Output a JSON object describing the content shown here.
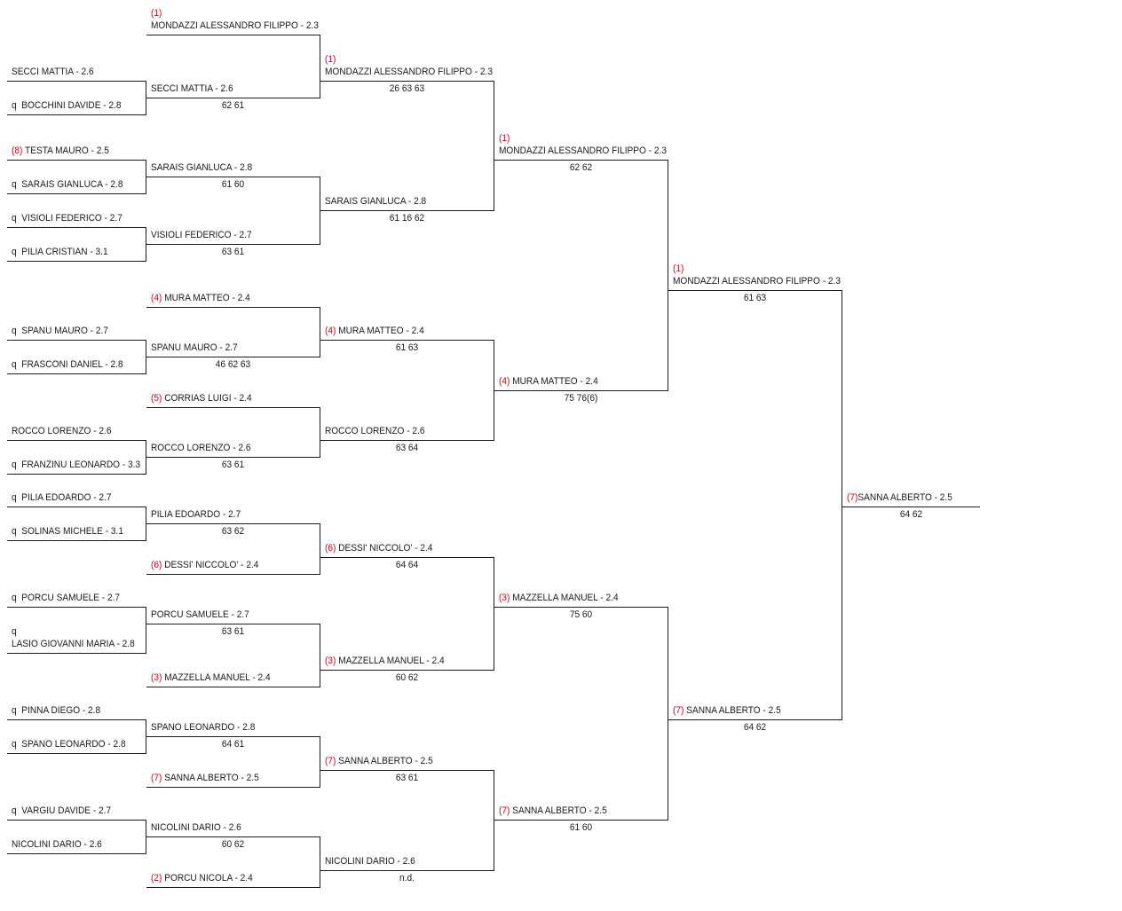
{
  "rounds": [
    {
      "entries": [
        {
          "name": "SECCI MATTIA - 2.6",
          "seed": "",
          "q": ""
        },
        {
          "name": "BOCCHINI DAVIDE - 2.8",
          "seed": "",
          "q": "q"
        },
        {
          "name": "TESTA MAURO - 2.5",
          "seed": "(8)",
          "q": ""
        },
        {
          "name": "SARAIS GIANLUCA - 2.8",
          "seed": "",
          "q": "q"
        },
        {
          "name": "VISIOLI FEDERICO - 2.7",
          "seed": "",
          "q": "q"
        },
        {
          "name": "PILIA CRISTIAN - 3.1",
          "seed": "",
          "q": "q"
        },
        {
          "name": "SPANU MAURO - 2.7",
          "seed": "",
          "q": "q"
        },
        {
          "name": "FRASCONI DANIEL - 2.8",
          "seed": "",
          "q": "q"
        },
        {
          "name": "ROCCO LORENZO - 2.6",
          "seed": "",
          "q": ""
        },
        {
          "name": "FRANZINU LEONARDO - 3.3",
          "seed": "",
          "q": "q"
        },
        {
          "name": "PILIA EDOARDO - 2.7",
          "seed": "",
          "q": "q"
        },
        {
          "name": "SOLINAS MICHELE - 3.1",
          "seed": "",
          "q": "q"
        },
        {
          "name": "PORCU SAMUELE - 2.7",
          "seed": "",
          "q": "q"
        },
        {
          "name": "LASIO GIOVANNI MARIA - 2.8",
          "seed": "",
          "q": "q",
          "wrap": true
        },
        {
          "name": "PINNA DIEGO - 2.8",
          "seed": "",
          "q": "q"
        },
        {
          "name": "SPANO LEONARDO - 2.8",
          "seed": "",
          "q": "q"
        },
        {
          "name": "VARGIU DAVIDE - 2.7",
          "seed": "",
          "q": "q"
        },
        {
          "name": "NICOLINI DARIO - 2.6",
          "seed": "",
          "q": ""
        }
      ]
    },
    {
      "entries": [
        {
          "name": "MONDAZZI ALESSANDRO FILIPPO - 2.3",
          "seed": "(1)",
          "seedAbove": true,
          "score": ""
        },
        {
          "name": "SECCI MATTIA - 2.6",
          "seed": "",
          "score": "62 61"
        },
        {
          "name": "SARAIS GIANLUCA - 2.8",
          "seed": "",
          "score": "61 60"
        },
        {
          "name": "VISIOLI FEDERICO - 2.7",
          "seed": "",
          "score": "63 61"
        },
        {
          "name": "MURA MATTEO - 2.4",
          "seed": "(4)",
          "score": ""
        },
        {
          "name": "SPANU MAURO - 2.7",
          "seed": "",
          "score": "46 62 63"
        },
        {
          "name": "CORRIAS LUIGI - 2.4",
          "seed": "(5)",
          "score": ""
        },
        {
          "name": "ROCCO LORENZO - 2.6",
          "seed": "",
          "score": "63 61"
        },
        {
          "name": "PILIA EDOARDO - 2.7",
          "seed": "",
          "score": "63 62"
        },
        {
          "name": "DESSI' NICCOLO' - 2.4",
          "seed": "(6)",
          "score": ""
        },
        {
          "name": "PORCU SAMUELE - 2.7",
          "seed": "",
          "score": "63 61"
        },
        {
          "name": "MAZZELLA MANUEL - 2.4",
          "seed": "(3)",
          "score": ""
        },
        {
          "name": "SPANO LEONARDO - 2.8",
          "seed": "",
          "score": "64 61"
        },
        {
          "name": "SANNA ALBERTO - 2.5",
          "seed": "(7)",
          "score": ""
        },
        {
          "name": "NICOLINI DARIO - 2.6",
          "seed": "",
          "score": "60 62"
        },
        {
          "name": "PORCU NICOLA - 2.4",
          "seed": "(2)",
          "score": ""
        }
      ]
    },
    {
      "entries": [
        {
          "name": "MONDAZZI ALESSANDRO FILIPPO - 2.3",
          "seed": "(1)",
          "seedAbove": true,
          "score": "26 63 63"
        },
        {
          "name": "SARAIS GIANLUCA - 2.8",
          "seed": "",
          "score": "61 16 62"
        },
        {
          "name": "MURA MATTEO - 2.4",
          "seed": "(4)",
          "score": "61 63"
        },
        {
          "name": "ROCCO LORENZO - 2.6",
          "seed": "",
          "score": "63 64"
        },
        {
          "name": "DESSI' NICCOLO' - 2.4",
          "seed": "(6)",
          "score": "64 64"
        },
        {
          "name": "MAZZELLA MANUEL - 2.4",
          "seed": "(3)",
          "score": "60 62"
        },
        {
          "name": "SANNA ALBERTO - 2.5",
          "seed": "(7)",
          "score": "63 61"
        },
        {
          "name": "NICOLINI DARIO - 2.6",
          "seed": "",
          "score": "n.d."
        }
      ]
    },
    {
      "entries": [
        {
          "name": "MONDAZZI ALESSANDRO FILIPPO - 2.3",
          "seed": "(1)",
          "seedAbove": true,
          "score": "62 62"
        },
        {
          "name": "MURA MATTEO - 2.4",
          "seed": "(4)",
          "score": "75 76(6)"
        },
        {
          "name": "MAZZELLA MANUEL - 2.4",
          "seed": "(3)",
          "score": "75 60"
        },
        {
          "name": "SANNA ALBERTO - 2.5",
          "seed": "(7)",
          "score": "61 60"
        }
      ]
    },
    {
      "entries": [
        {
          "name": "MONDAZZI ALESSANDRO FILIPPO - 2.3",
          "seed": "(1)",
          "seedAbove": true,
          "score": "61 63"
        },
        {
          "name": "SANNA ALBERTO - 2.5",
          "seed": "(7)",
          "score": "64 62"
        }
      ]
    },
    {
      "entries": [
        {
          "name": "SANNA ALBERTO - 2.5",
          "seed": "(7)",
          "score": "64 62"
        }
      ]
    }
  ],
  "colors": {
    "seed": "#d0021b",
    "text": "#1a1a1a",
    "line": "#1a1a1a"
  }
}
